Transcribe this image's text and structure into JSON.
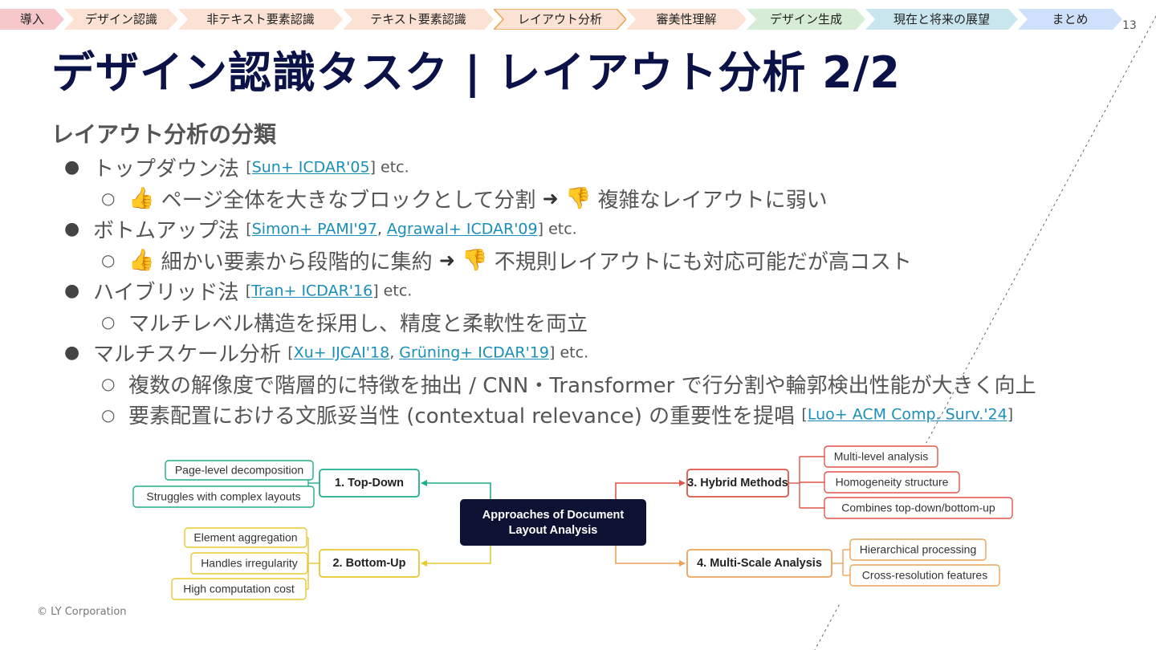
{
  "nav": {
    "items": [
      {
        "label": "導入",
        "color": "#f6c8cb"
      },
      {
        "label": "デザイン認識",
        "color": "#fbe2d4"
      },
      {
        "label": "非テキスト要素認識",
        "color": "#fbe2d4"
      },
      {
        "label": "テキスト要素認識",
        "color": "#fbe2d4"
      },
      {
        "label": "レイアウト分析",
        "color": "#fbe2d4",
        "active": true,
        "border_color": "#e6a44f"
      },
      {
        "label": "審美性理解",
        "color": "#fbe2d4"
      },
      {
        "label": "デザイン生成",
        "color": "#d6ecd5"
      },
      {
        "label": "現在と将来の展望",
        "color": "#c9e6ef"
      },
      {
        "label": "まとめ",
        "color": "#cfe0fb"
      }
    ]
  },
  "page_number": "13",
  "title": "デザイン認識タスク | レイアウト分析 2/2",
  "section_heading": "レイアウト分析の分類",
  "bullets": [
    {
      "text": "トップダウン法 ",
      "refs": [
        {
          "label": "Sun+ ICDAR'05"
        }
      ],
      "suffix": " etc."
    },
    {
      "sub": {
        "pro": "ページ全体を大きなブロックとして分割",
        "con": "複雑なレイアウトに弱い"
      }
    },
    {
      "text": "ボトムアップ法 ",
      "refs": [
        {
          "label": "Simon+ PAMI'97"
        },
        {
          "label": "Agrawal+ ICDAR'09"
        }
      ],
      "suffix": " etc."
    },
    {
      "sub": {
        "pro": "細かい要素から段階的に集約",
        "con": "不規則レイアウトにも対応可能だが高コスト"
      }
    },
    {
      "text": "ハイブリッド法 ",
      "refs": [
        {
          "label": "Tran+ ICDAR'16"
        }
      ],
      "suffix": " etc."
    },
    {
      "sub": {
        "plain": "マルチレベル構造を採用し、精度と柔軟性を両立"
      }
    },
    {
      "text": "マルチスケール分析 ",
      "refs": [
        {
          "label": "Xu+ IJCAI'18"
        },
        {
          "label": "Grüning+ ICDAR'19"
        }
      ],
      "suffix": " etc."
    },
    {
      "sub": {
        "plain": "複数の解像度で階層的に特徴を抽出 / CNN・Transformer で行分割や輪郭検出性能が大きく向上"
      }
    },
    {
      "sub": {
        "plain": "要素配置における文脈妥当性 (contextual relevance) の重要性を提唱 ",
        "refs": [
          {
            "label": "Luo+ ACM Comp. Surv.'24"
          }
        ]
      }
    }
  ],
  "markers": {
    "level1": "●",
    "level2": "○",
    "thumbs_up": "👍",
    "thumbs_down": "👎",
    "arrow": "➜"
  },
  "diagram": {
    "center": {
      "line1": "Approaches of Document",
      "line2": "Layout Analysis",
      "color": "#0d1233"
    },
    "branches": [
      {
        "label": "1. Top-Down",
        "color": "#1fae8d",
        "children": [
          "Page-level decomposition",
          "Struggles with complex layouts"
        ]
      },
      {
        "label": "2. Bottom-Up",
        "color": "#e8c830",
        "children": [
          "Element aggregation",
          "Handles irregularity",
          "High computation cost"
        ]
      },
      {
        "label": "3. Hybrid Methods",
        "color": "#e05549",
        "children": [
          "Multi-level analysis",
          "Homogeneity structure",
          "Combines top-down/bottom-up"
        ]
      },
      {
        "label": "4. Multi-Scale Analysis",
        "color": "#eba25a",
        "children": [
          "Hierarchical processing",
          "Cross-resolution features"
        ]
      }
    ]
  },
  "copyright": "© LY Corporation"
}
